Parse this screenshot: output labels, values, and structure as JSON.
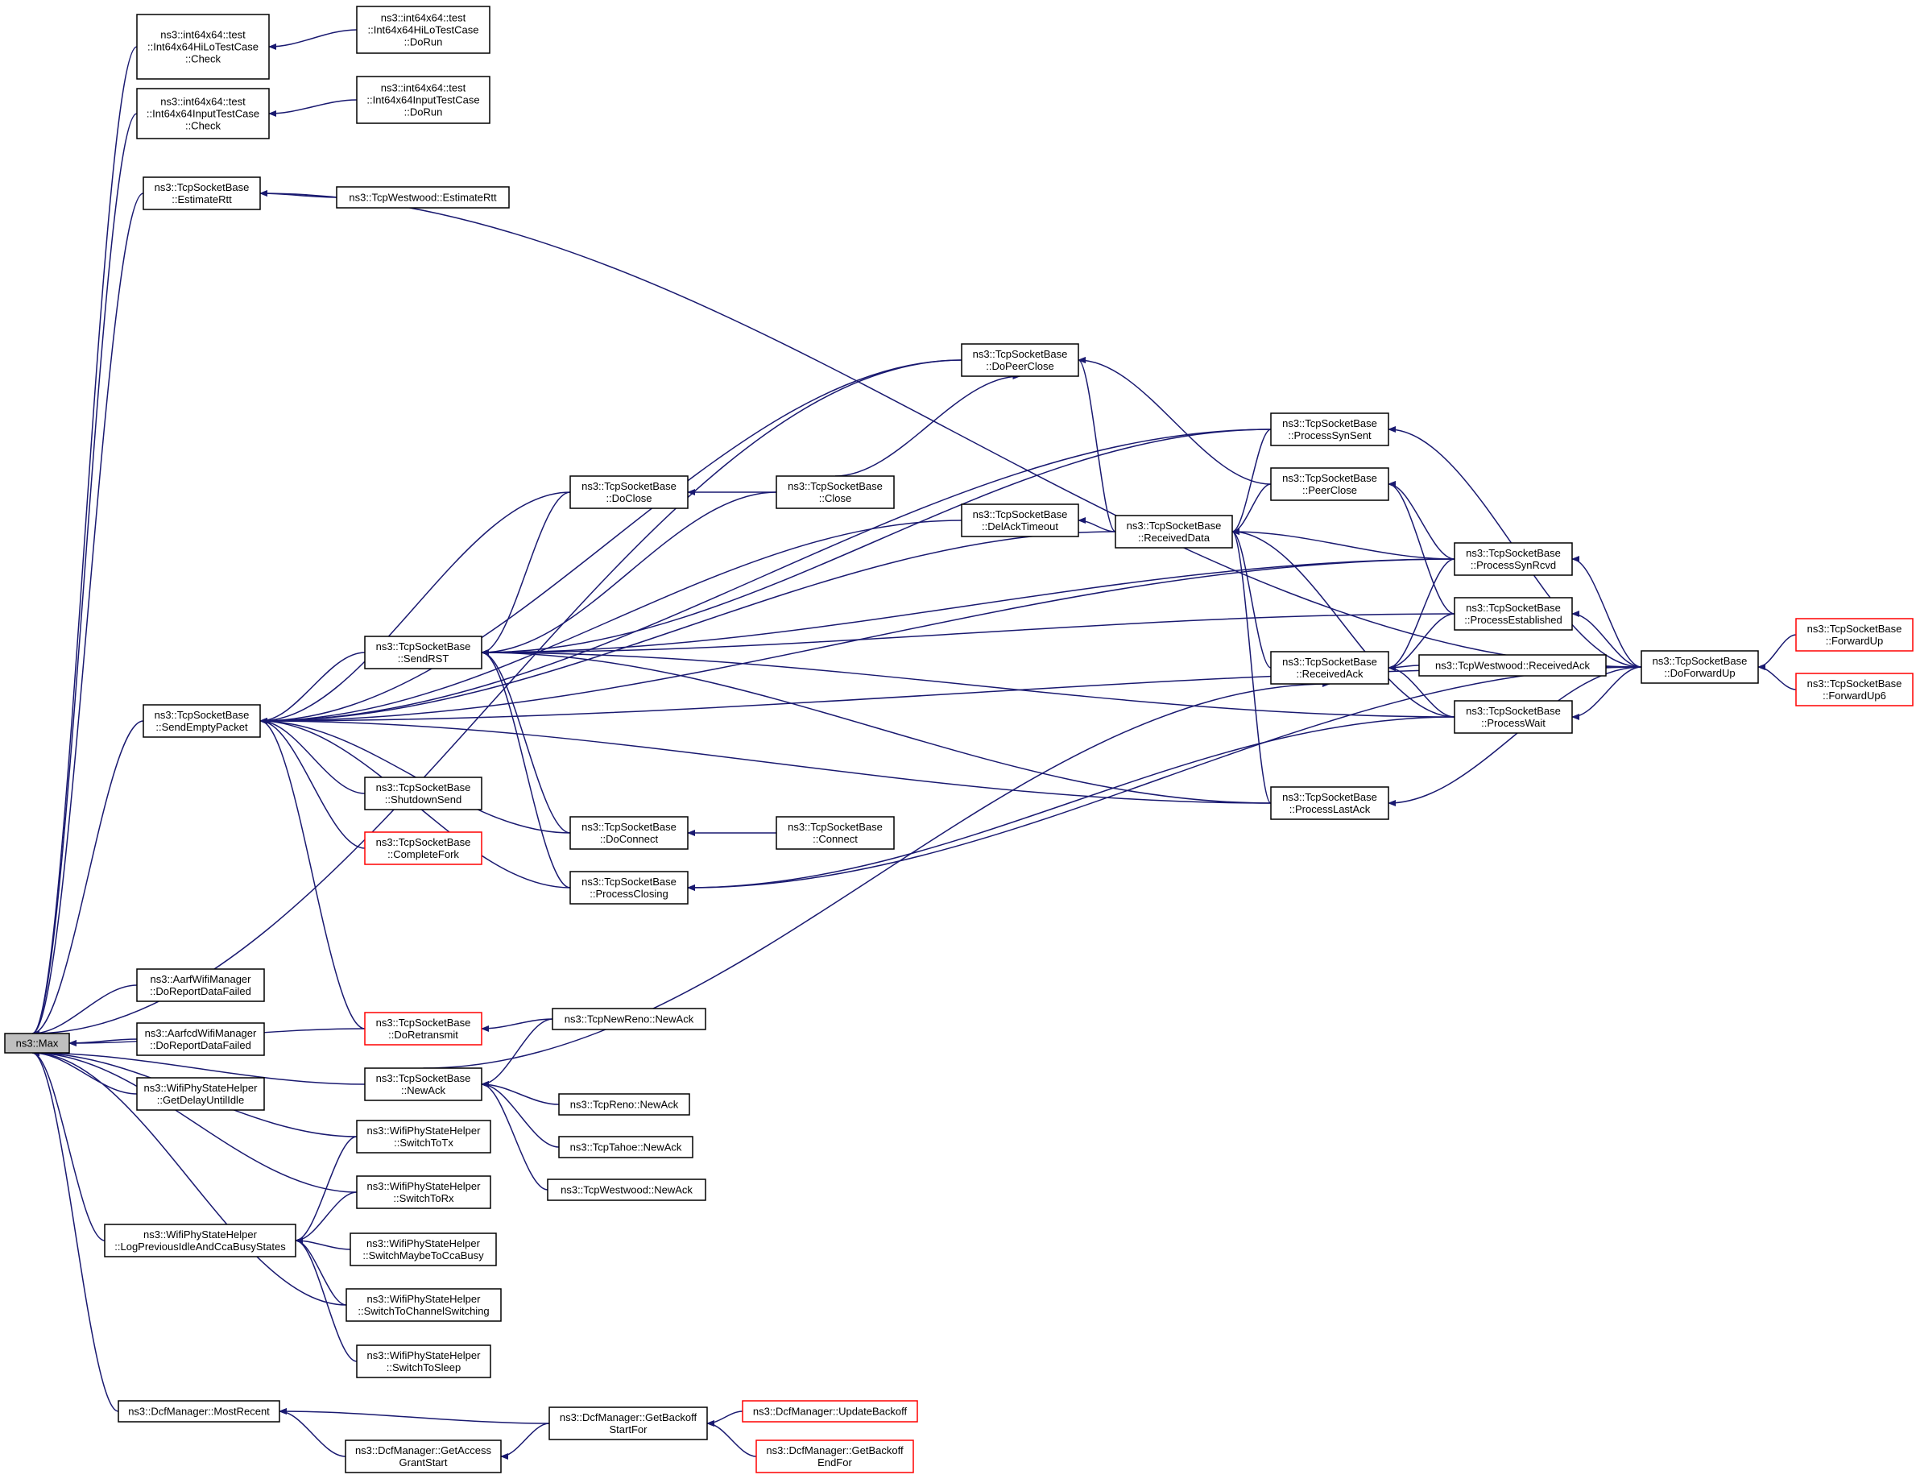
{
  "graph": {
    "nodes": [
      {
        "id": "max",
        "label": [
          "ns3::Max"
        ],
        "style": "root"
      },
      {
        "id": "hiloCheck",
        "label": [
          "ns3::int64x64::test",
          "::Int64x64HiLoTestCase",
          "::Check"
        ]
      },
      {
        "id": "hiloRun",
        "label": [
          "ns3::int64x64::test",
          "::Int64x64HiLoTestCase",
          "::DoRun"
        ]
      },
      {
        "id": "inputCheck",
        "label": [
          "ns3::int64x64::test",
          "::Int64x64InputTestCase",
          "::Check"
        ]
      },
      {
        "id": "inputRun",
        "label": [
          "ns3::int64x64::test",
          "::Int64x64InputTestCase",
          "::DoRun"
        ]
      },
      {
        "id": "estRtt",
        "label": [
          "ns3::TcpSocketBase",
          "::EstimateRtt"
        ]
      },
      {
        "id": "westRtt",
        "label": [
          "ns3::TcpWestwood::EstimateRtt"
        ]
      },
      {
        "id": "sendEmpty",
        "label": [
          "ns3::TcpSocketBase",
          "::SendEmptyPacket"
        ]
      },
      {
        "id": "sendRST",
        "label": [
          "ns3::TcpSocketBase",
          "::SendRST"
        ]
      },
      {
        "id": "doClose",
        "label": [
          "ns3::TcpSocketBase",
          "::DoClose"
        ]
      },
      {
        "id": "close",
        "label": [
          "ns3::TcpSocketBase",
          "::Close"
        ]
      },
      {
        "id": "doPeerClose",
        "label": [
          "ns3::TcpSocketBase",
          "::DoPeerClose"
        ]
      },
      {
        "id": "delAck",
        "label": [
          "ns3::TcpSocketBase",
          "::DelAckTimeout"
        ]
      },
      {
        "id": "recvData",
        "label": [
          "ns3::TcpSocketBase",
          "::ReceivedData"
        ]
      },
      {
        "id": "procSynSent",
        "label": [
          "ns3::TcpSocketBase",
          "::ProcessSynSent"
        ]
      },
      {
        "id": "peerClose",
        "label": [
          "ns3::TcpSocketBase",
          "::PeerClose"
        ]
      },
      {
        "id": "procSynRcvd",
        "label": [
          "ns3::TcpSocketBase",
          "::ProcessSynRcvd"
        ]
      },
      {
        "id": "procEst",
        "label": [
          "ns3::TcpSocketBase",
          "::ProcessEstablished"
        ]
      },
      {
        "id": "recvAck",
        "label": [
          "ns3::TcpSocketBase",
          "::ReceivedAck"
        ]
      },
      {
        "id": "westRecvAck",
        "label": [
          "ns3::TcpWestwood::ReceivedAck"
        ]
      },
      {
        "id": "procWait",
        "label": [
          "ns3::TcpSocketBase",
          "::ProcessWait"
        ]
      },
      {
        "id": "procLastAck",
        "label": [
          "ns3::TcpSocketBase",
          "::ProcessLastAck"
        ]
      },
      {
        "id": "doFwdUp",
        "label": [
          "ns3::TcpSocketBase",
          "::DoForwardUp"
        ]
      },
      {
        "id": "fwdUp",
        "label": [
          "ns3::TcpSocketBase",
          "::ForwardUp"
        ],
        "style": "red"
      },
      {
        "id": "fwdUp6",
        "label": [
          "ns3::TcpSocketBase",
          "::ForwardUp6"
        ],
        "style": "red"
      },
      {
        "id": "shutSend",
        "label": [
          "ns3::TcpSocketBase",
          "::ShutdownSend"
        ]
      },
      {
        "id": "complFork",
        "label": [
          "ns3::TcpSocketBase",
          "::CompleteFork"
        ],
        "style": "red"
      },
      {
        "id": "doConnect",
        "label": [
          "ns3::TcpSocketBase",
          "::DoConnect"
        ]
      },
      {
        "id": "connect",
        "label": [
          "ns3::TcpSocketBase",
          "::Connect"
        ]
      },
      {
        "id": "procClosing",
        "label": [
          "ns3::TcpSocketBase",
          "::ProcessClosing"
        ]
      },
      {
        "id": "aarf",
        "label": [
          "ns3::AarfWifiManager",
          "::DoReportDataFailed"
        ]
      },
      {
        "id": "aarfcd",
        "label": [
          "ns3::AarfcdWifiManager",
          "::DoReportDataFailed"
        ]
      },
      {
        "id": "getDelay",
        "label": [
          "ns3::WifiPhyStateHelper",
          "::GetDelayUntilIdle"
        ]
      },
      {
        "id": "doRetrans",
        "label": [
          "ns3::TcpSocketBase",
          "::DoRetransmit"
        ],
        "style": "red"
      },
      {
        "id": "newRenoAck",
        "label": [
          "ns3::TcpNewReno::NewAck"
        ]
      },
      {
        "id": "newAck",
        "label": [
          "ns3::TcpSocketBase",
          "::NewAck"
        ]
      },
      {
        "id": "renoAck",
        "label": [
          "ns3::TcpReno::NewAck"
        ]
      },
      {
        "id": "tahoeAck",
        "label": [
          "ns3::TcpTahoe::NewAck"
        ]
      },
      {
        "id": "westAck",
        "label": [
          "ns3::TcpWestwood::NewAck"
        ]
      },
      {
        "id": "switchTx",
        "label": [
          "ns3::WifiPhyStateHelper",
          "::SwitchToTx"
        ]
      },
      {
        "id": "switchRx",
        "label": [
          "ns3::WifiPhyStateHelper",
          "::SwitchToRx"
        ]
      },
      {
        "id": "logPrev",
        "label": [
          "ns3::WifiPhyStateHelper",
          "::LogPreviousIdleAndCcaBusyStates"
        ]
      },
      {
        "id": "switchCca",
        "label": [
          "ns3::WifiPhyStateHelper",
          "::SwitchMaybeToCcaBusy"
        ]
      },
      {
        "id": "switchChan",
        "label": [
          "ns3::WifiPhyStateHelper",
          "::SwitchToChannelSwitching"
        ]
      },
      {
        "id": "switchSleep",
        "label": [
          "ns3::WifiPhyStateHelper",
          "::SwitchToSleep"
        ]
      },
      {
        "id": "mostRecent",
        "label": [
          "ns3::DcfManager::MostRecent"
        ]
      },
      {
        "id": "getAccess",
        "label": [
          "ns3::DcfManager::GetAccess",
          "GrantStart"
        ]
      },
      {
        "id": "getBackoffStart",
        "label": [
          "ns3::DcfManager::GetBackoff",
          "StartFor"
        ]
      },
      {
        "id": "updBackoff",
        "label": [
          "ns3::DcfManager::UpdateBackoff"
        ],
        "style": "red"
      },
      {
        "id": "getBackoffEnd",
        "label": [
          "ns3::DcfManager::GetBackoff",
          "EndFor"
        ],
        "style": "red"
      }
    ],
    "edges": [
      [
        "hiloCheck",
        "max"
      ],
      [
        "inputCheck",
        "max"
      ],
      [
        "estRtt",
        "max"
      ],
      [
        "doPeerClose",
        "max"
      ],
      [
        "sendEmpty",
        "max"
      ],
      [
        "doRetrans",
        "max"
      ],
      [
        "aarf",
        "max"
      ],
      [
        "aarfcd",
        "max"
      ],
      [
        "getDelay",
        "max"
      ],
      [
        "switchTx",
        "max"
      ],
      [
        "switchRx",
        "max"
      ],
      [
        "logPrev",
        "max"
      ],
      [
        "switchChan",
        "max"
      ],
      [
        "mostRecent",
        "max"
      ],
      [
        "newAck",
        "max"
      ],
      [
        "hiloRun",
        "hiloCheck"
      ],
      [
        "inputRun",
        "inputCheck"
      ],
      [
        "westRtt",
        "estRtt"
      ],
      [
        "doFwdUp",
        "estRtt"
      ],
      [
        "sendRST",
        "sendEmpty"
      ],
      [
        "doClose",
        "sendEmpty"
      ],
      [
        "procSynRcvd",
        "sendEmpty"
      ],
      [
        "procSynSent",
        "sendEmpty"
      ],
      [
        "doPeerClose",
        "sendEmpty"
      ],
      [
        "recvData",
        "sendEmpty"
      ],
      [
        "delAck",
        "sendEmpty"
      ],
      [
        "shutSend",
        "sendEmpty"
      ],
      [
        "complFork",
        "sendEmpty"
      ],
      [
        "doConnect",
        "sendEmpty"
      ],
      [
        "procClosing",
        "sendEmpty"
      ],
      [
        "procLastAck",
        "sendEmpty"
      ],
      [
        "doFwdUp",
        "sendEmpty"
      ],
      [
        "doRetrans",
        "sendEmpty"
      ],
      [
        "doClose",
        "sendRST"
      ],
      [
        "close",
        "sendRST"
      ],
      [
        "procSynSent",
        "sendRST"
      ],
      [
        "procSynRcvd",
        "sendRST"
      ],
      [
        "procEst",
        "sendRST"
      ],
      [
        "procWait",
        "sendRST"
      ],
      [
        "procLastAck",
        "sendRST"
      ],
      [
        "doConnect",
        "sendRST"
      ],
      [
        "procClosing",
        "sendRST"
      ],
      [
        "close",
        "doClose"
      ],
      [
        "close",
        "doPeerClose"
      ],
      [
        "recvData",
        "doPeerClose"
      ],
      [
        "peerClose",
        "doPeerClose"
      ],
      [
        "recvData",
        "delAck"
      ],
      [
        "procSynSent",
        "recvData"
      ],
      [
        "peerClose",
        "recvData"
      ],
      [
        "procSynRcvd",
        "recvData"
      ],
      [
        "recvAck",
        "recvData"
      ],
      [
        "procWait",
        "recvData"
      ],
      [
        "procLastAck",
        "recvData"
      ],
      [
        "procSynRcvd",
        "peerClose"
      ],
      [
        "procEst",
        "peerClose"
      ],
      [
        "procSynRcvd",
        "recvAck"
      ],
      [
        "procEst",
        "recvAck"
      ],
      [
        "westRecvAck",
        "recvAck"
      ],
      [
        "procWait",
        "recvAck"
      ],
      [
        "newAck",
        "recvAck"
      ],
      [
        "doFwdUp",
        "procSynSent"
      ],
      [
        "doFwdUp",
        "procSynRcvd"
      ],
      [
        "doFwdUp",
        "procEst"
      ],
      [
        "doFwdUp",
        "procWait"
      ],
      [
        "doFwdUp",
        "procLastAck"
      ],
      [
        "doFwdUp",
        "procClosing"
      ],
      [
        "fwdUp",
        "doFwdUp"
      ],
      [
        "fwdUp6",
        "doFwdUp"
      ],
      [
        "connect",
        "doConnect"
      ],
      [
        "procWait",
        "procClosing"
      ],
      [
        "newRenoAck",
        "doRetrans"
      ],
      [
        "newRenoAck",
        "newAck"
      ],
      [
        "renoAck",
        "newAck"
      ],
      [
        "tahoeAck",
        "newAck"
      ],
      [
        "westAck",
        "newAck"
      ],
      [
        "switchTx",
        "logPrev"
      ],
      [
        "switchRx",
        "logPrev"
      ],
      [
        "switchCca",
        "logPrev"
      ],
      [
        "switchChan",
        "logPrev"
      ],
      [
        "switchSleep",
        "logPrev"
      ],
      [
        "getBackoffStart",
        "mostRecent"
      ],
      [
        "getAccess",
        "mostRecent"
      ],
      [
        "getBackoffStart",
        "getAccess"
      ],
      [
        "updBackoff",
        "getBackoffStart"
      ],
      [
        "getBackoffEnd",
        "getBackoffStart"
      ]
    ]
  },
  "colors": {
    "edge": "#191970",
    "node_border": "#000000",
    "node_border_truncated": "#ff0000",
    "root_fill": "#bfbfbf"
  }
}
